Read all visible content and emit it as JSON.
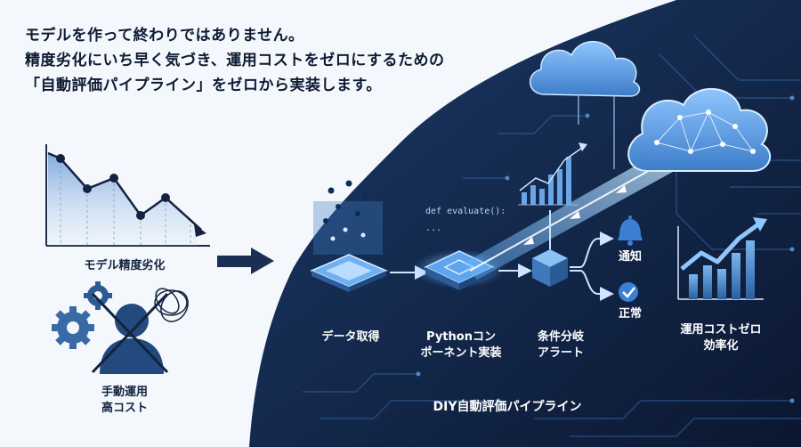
{
  "headline": {
    "line1": "モデルを作って終わりではありません。",
    "line2": "精度劣化にいち早く気づき、運用コストをゼロにするための",
    "line3": "「自動評価パイプライン」をゼロから実装します。"
  },
  "left": {
    "degradation_label": "モデル精度劣化",
    "manual_label_line1": "手動運用",
    "manual_label_line2": "高コスト"
  },
  "pipeline": {
    "code_line1": "def evaluate():",
    "code_line2": "...",
    "step1": "データ取得",
    "step2_line1": "Pythonコン",
    "step2_line2": "ポーネント実装",
    "step3_line1": "条件分岐",
    "step3_line2": "アラート",
    "notify_label": "通知",
    "normal_label": "正常",
    "result_line1": "運用コストゼロ",
    "result_line2": "効率化",
    "title": "DIY自動評価パイプライン"
  },
  "colors": {
    "navy": "#0f1f3d",
    "accent_blue": "#3f8de0",
    "glow": "#7fc3ff",
    "light_bg": "#f4f8fc"
  }
}
